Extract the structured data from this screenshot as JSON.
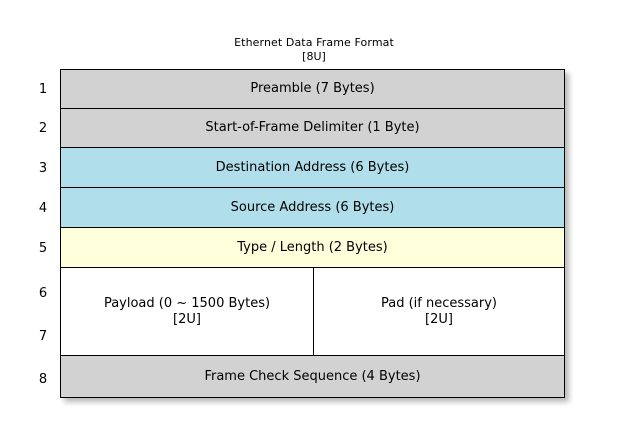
{
  "title": {
    "main": "Ethernet Data Frame Format",
    "sub": "[8U]"
  },
  "colors": {
    "gray": "#d2d2d2",
    "blue": "#b0dfeb",
    "yellow": "#ffffdc",
    "white": "#ffffff",
    "border": "#000000",
    "background": "#ffffff"
  },
  "row_numbers": [
    "1",
    "2",
    "3",
    "4",
    "5",
    "6",
    "7",
    "8"
  ],
  "rows": [
    {
      "number": "1",
      "label": "Preamble (7 Bytes)",
      "fill": "gray"
    },
    {
      "number": "2",
      "label": "Start-of-Frame Delimiter (1 Byte)",
      "fill": "gray"
    },
    {
      "number": "3",
      "label": "Destination Address (6 Bytes)",
      "fill": "blue"
    },
    {
      "number": "4",
      "label": "Source Address (6 Bytes)",
      "fill": "blue"
    },
    {
      "number": "5",
      "label": "Type / Length (2 Bytes)",
      "fill": "yellow"
    },
    {
      "number": "6-7",
      "fill": "white",
      "split": true,
      "left": {
        "label": "Payload (0 ~ 1500 Bytes)",
        "tag": "[2U]"
      },
      "right": {
        "label": "Pad (if necessary)",
        "tag": "[2U]"
      }
    },
    {
      "number": "8",
      "label": "Frame Check Sequence (4 Bytes)",
      "fill": "gray"
    }
  ]
}
